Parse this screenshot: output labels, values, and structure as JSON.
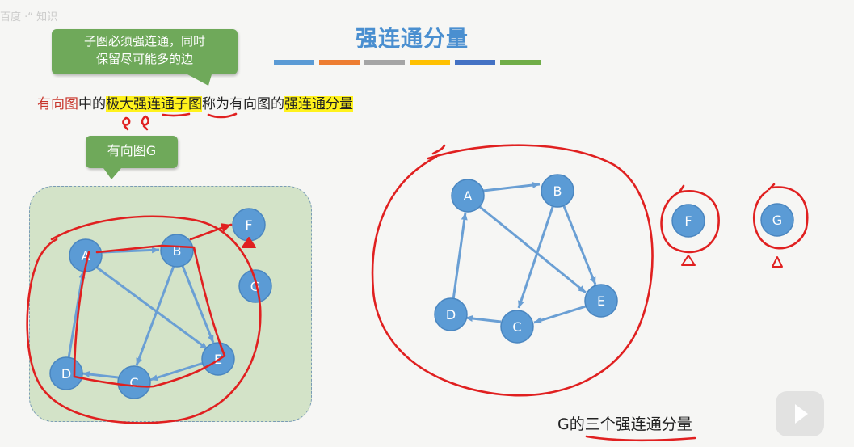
{
  "watermark": "百度 ·“ 知识",
  "title": "强连通分量",
  "title_bar_colors": [
    "#5b9bd5",
    "#ed7d31",
    "#a5a5a5",
    "#ffc000",
    "#4472c4",
    "#70ad47"
  ],
  "callout_top": {
    "line1": "子图必须强连通，同时",
    "line2": "保留尽可能多的边"
  },
  "sentence": {
    "part1": "有向图",
    "part2": "中的",
    "part3": "极大强连通子图",
    "part4": "称为有向图的",
    "part5": "强连通分量"
  },
  "callout_g": "有向图G",
  "left_graph": {
    "nodes": [
      "A",
      "B",
      "D",
      "C",
      "E",
      "F",
      "G"
    ],
    "edges": [
      [
        "A",
        "B"
      ],
      [
        "A",
        "E"
      ],
      [
        "B",
        "C"
      ],
      [
        "B",
        "E"
      ],
      [
        "D",
        "A"
      ],
      [
        "C",
        "D"
      ],
      [
        "E",
        "C"
      ]
    ]
  },
  "right_graph": {
    "nodes": [
      "A",
      "B",
      "D",
      "C",
      "E",
      "F",
      "G"
    ],
    "edges": [
      [
        "A",
        "B"
      ],
      [
        "A",
        "E"
      ],
      [
        "B",
        "C"
      ],
      [
        "B",
        "E"
      ],
      [
        "D",
        "A"
      ],
      [
        "C",
        "D"
      ],
      [
        "E",
        "C"
      ]
    ]
  },
  "footer": {
    "prefix": "G的",
    "rest": "三个强连通分量"
  },
  "colors": {
    "node_fill": "#5b9bd5",
    "edge": "#6a9fd4",
    "annotation": "#e02020",
    "highlight": "#fff21c",
    "callout": "#6fa95a",
    "title": "#4a8fd0"
  },
  "icons": [
    "play-icon"
  ]
}
